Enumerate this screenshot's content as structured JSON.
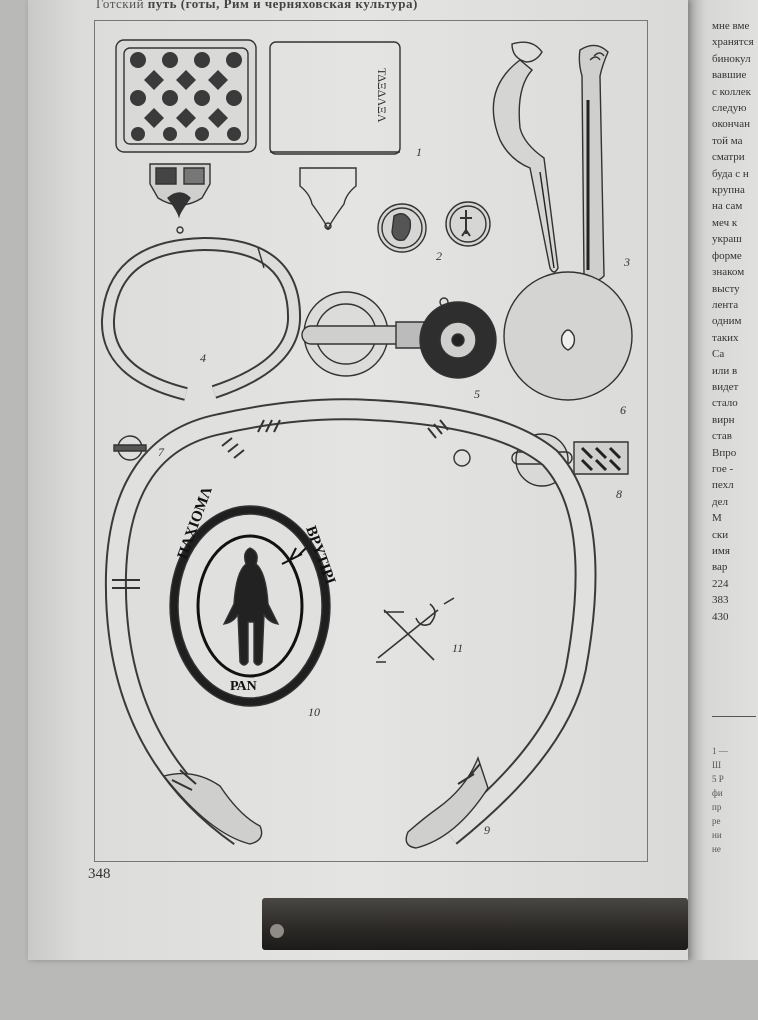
{
  "header": {
    "left": "Готский",
    "right": "путь (готы, Рим и черняховская культура)"
  },
  "figure_labels": [
    "1",
    "2",
    "3",
    "4",
    "5",
    "6",
    "7",
    "8",
    "9",
    "10",
    "11"
  ],
  "seal_inscription_left": "ΠΛΧΙΟΜΛ",
  "seal_inscription_right": "ΒΡΥΤΙΡΙ",
  "seal_inscription_bottom": "ΡΑΝ",
  "box_inscription": "ΤΔΞΔΛΞΛ",
  "page_number": "348",
  "right_page_column": [
    "мне вме",
    "хранятся",
    "бинокул",
    "вавшие",
    "с коллек",
    "следую",
    "окончан",
    "той ма",
    "сматри",
    "буда с н",
    "крупна",
    "на сам",
    "меч к",
    "украш",
    "форме",
    "знаком",
    "высту",
    "лента",
    "одним",
    "таких",
    "Са",
    "или в",
    "видет",
    "стало",
    "вирн",
    "став",
    "Впро",
    "гое -",
    "пехл",
    "дел",
    "М",
    "ски",
    "имя",
    "вар",
    "224",
    "383",
    "430"
  ],
  "right_page_notes": [
    "1 —",
    "Ш",
    "5 Р",
    "фи",
    "пр",
    "ре",
    "ни",
    "не"
  ]
}
